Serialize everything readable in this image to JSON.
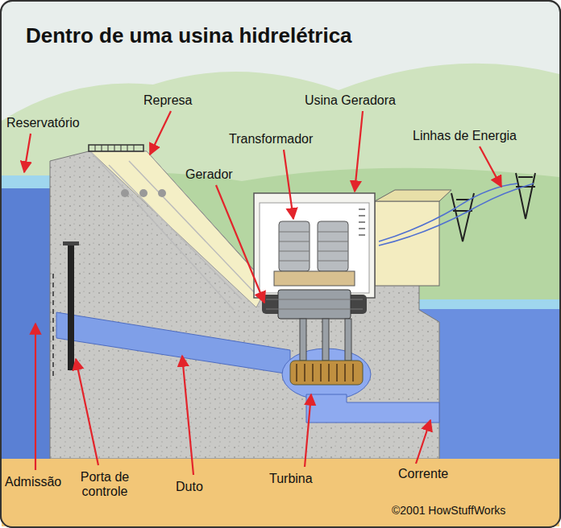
{
  "diagram": {
    "title": "Dentro de uma usina hidrelétrica",
    "labels": [
      "Reservatório",
      "Represa",
      "Usina Geradora",
      "Transformador",
      "Linhas de Energia",
      "Gerador",
      "Admissão",
      "Porta de controle",
      "Duto",
      "Turbina",
      "Corrente",
      "©2001 HowStuffWorks"
    ]
  }
}
